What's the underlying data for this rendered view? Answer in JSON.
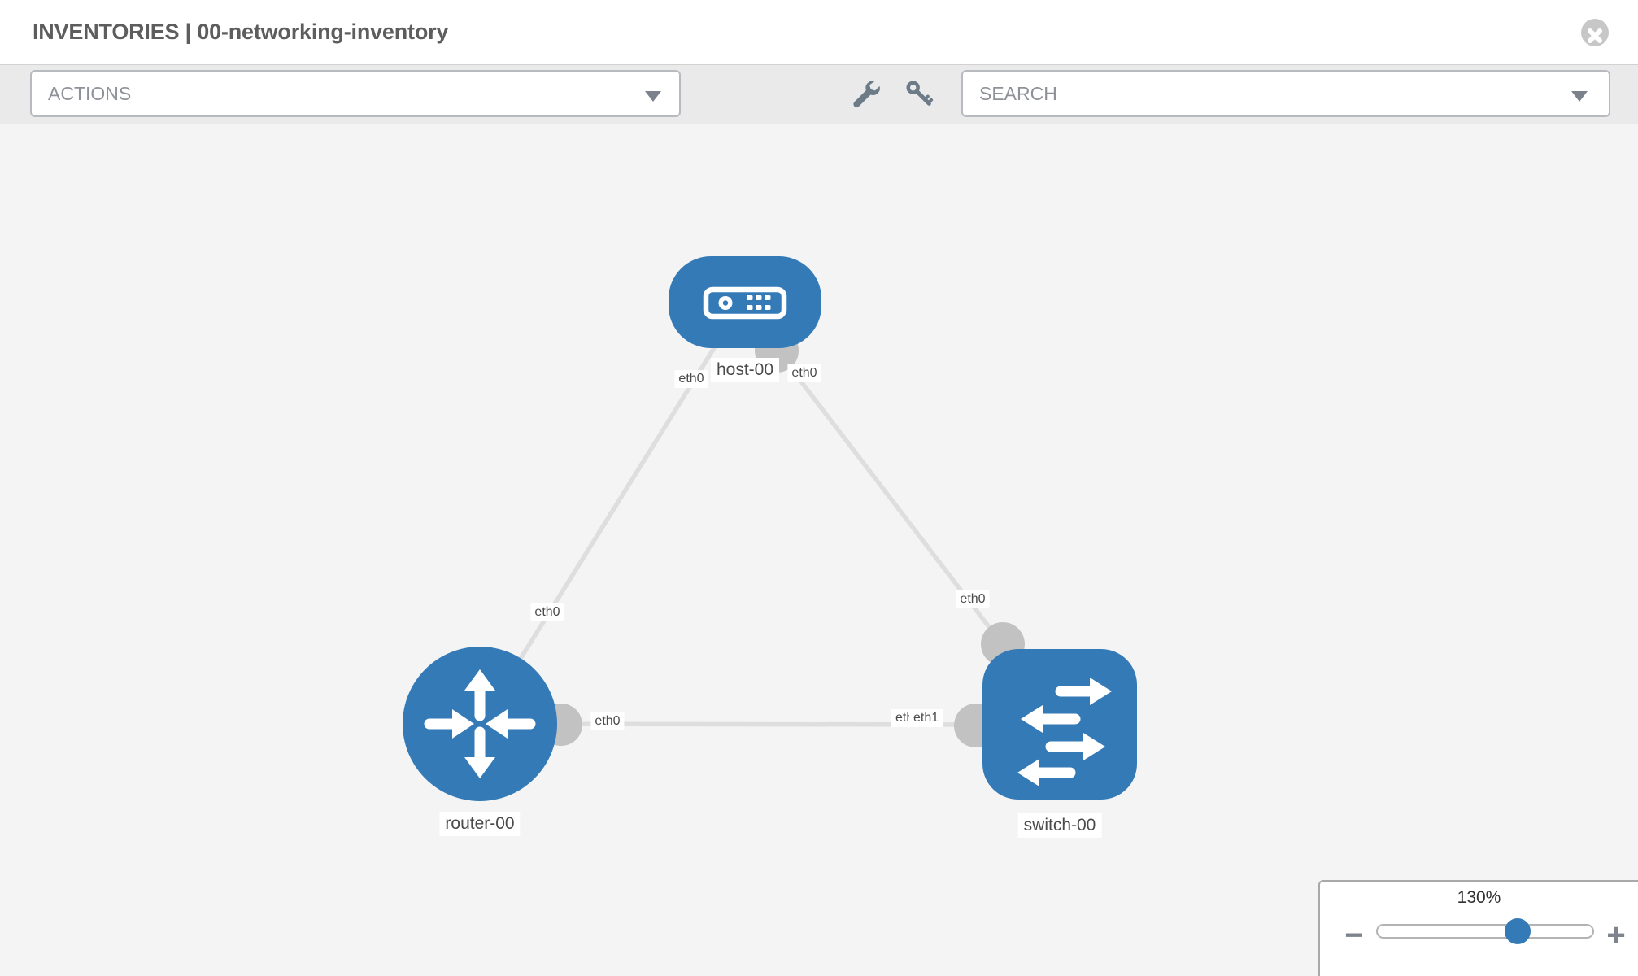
{
  "header": {
    "title": "INVENTORIES | 00-networking-inventory"
  },
  "toolbar": {
    "actions_label": "ACTIONS",
    "search_placeholder": "SEARCH"
  },
  "topology": {
    "nodes": [
      {
        "name": "host-00",
        "type": "host"
      },
      {
        "name": "router-00",
        "type": "router"
      },
      {
        "name": "switch-00",
        "type": "switch"
      }
    ],
    "links": [
      {
        "from": "router-00",
        "to": "host-00"
      },
      {
        "from": "host-00",
        "to": "switch-00"
      },
      {
        "from": "router-00",
        "to": "switch-00"
      }
    ],
    "interfaces": {
      "host_to_router": "eth0",
      "host_to_switch": "eth0",
      "router_to_host": "eth0",
      "switch_to_host": "eth0",
      "router_to_switch": "eth0",
      "switch_to_router_back": "eth0",
      "switch_to_router_front": "eth1"
    }
  },
  "zoom_control": {
    "percent": "130%",
    "minus_label": "−",
    "plus_label": "+"
  },
  "colors": {
    "node_blue": "#337ab7",
    "link_gray": "#dedede",
    "dot_gray": "#c2c2c2",
    "toolbar_gray": "#eaeaea"
  }
}
